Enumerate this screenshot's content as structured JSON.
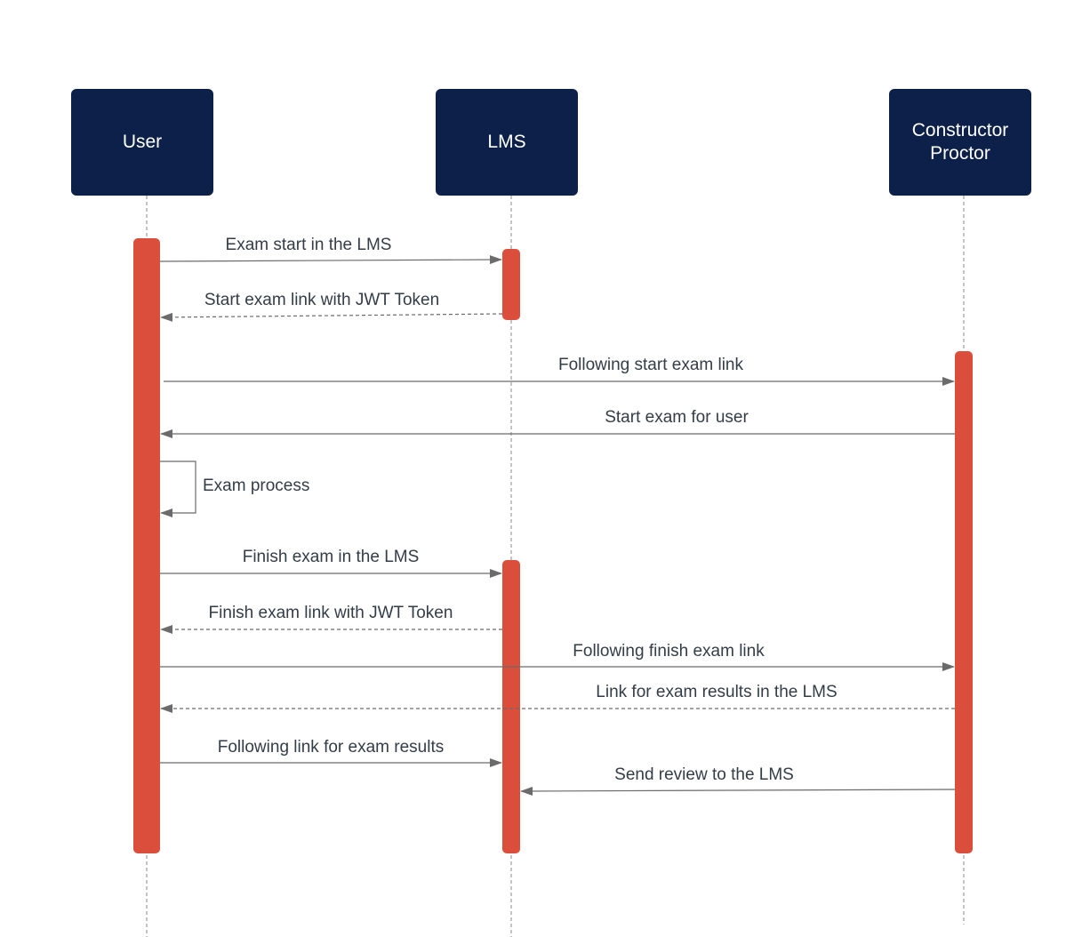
{
  "participants": [
    {
      "id": "user",
      "label": "User"
    },
    {
      "id": "lms",
      "label": "LMS"
    },
    {
      "id": "proctor",
      "label": "Constructor\nProctor"
    }
  ],
  "messages": [
    {
      "from": "user",
      "to": "lms",
      "label": "Exam start in the LMS",
      "style": "solid"
    },
    {
      "from": "lms",
      "to": "user",
      "label": "Start exam link with JWT Token",
      "style": "dashed"
    },
    {
      "from": "user",
      "to": "proctor",
      "label": "Following start exam link",
      "style": "solid"
    },
    {
      "from": "proctor",
      "to": "user",
      "label": "Start exam for user",
      "style": "solid"
    },
    {
      "from": "user",
      "to": "user",
      "label": "Exam process",
      "style": "solid"
    },
    {
      "from": "user",
      "to": "lms",
      "label": "Finish exam in the LMS",
      "style": "solid"
    },
    {
      "from": "lms",
      "to": "user",
      "label": "Finish exam link with JWT Token",
      "style": "dashed"
    },
    {
      "from": "user",
      "to": "proctor",
      "label": "Following finish exam link",
      "style": "solid"
    },
    {
      "from": "proctor",
      "to": "user",
      "label": "Link for exam results in the LMS",
      "style": "dashed"
    },
    {
      "from": "user",
      "to": "lms",
      "label": "Following link for exam results",
      "style": "solid"
    },
    {
      "from": "proctor",
      "to": "lms",
      "label": "Send review to the LMS",
      "style": "solid"
    }
  ],
  "colors": {
    "participant_fill": "#0d2049",
    "participant_text": "#ffffff",
    "activation": "#dc4e3c",
    "line": "#6b6b6b",
    "lifeline": "#8a8a8a",
    "label": "#333d47"
  }
}
